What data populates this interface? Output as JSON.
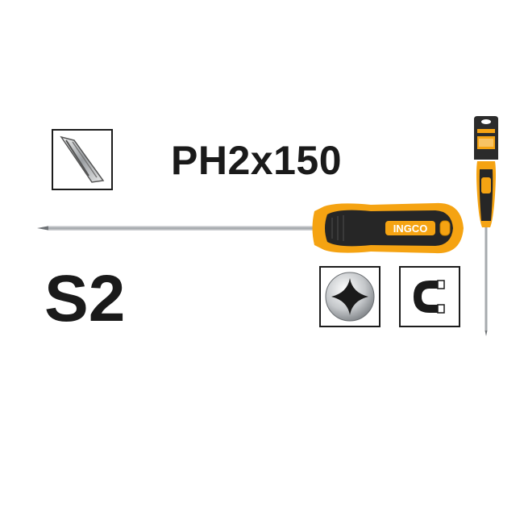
{
  "product": {
    "size": "PH2x150",
    "steel": "S2",
    "brand": "INGCO"
  },
  "colors": {
    "handle_yellow": "#f5a312",
    "handle_black": "#262626",
    "shaft": "#b8bcc0",
    "text": "#1a1a1a"
  },
  "icons": {
    "tip_icon": "screwdriver-tip-icon",
    "phillips_icon": "phillips-head-icon",
    "magnet_icon": "magnetic-tip-icon"
  }
}
